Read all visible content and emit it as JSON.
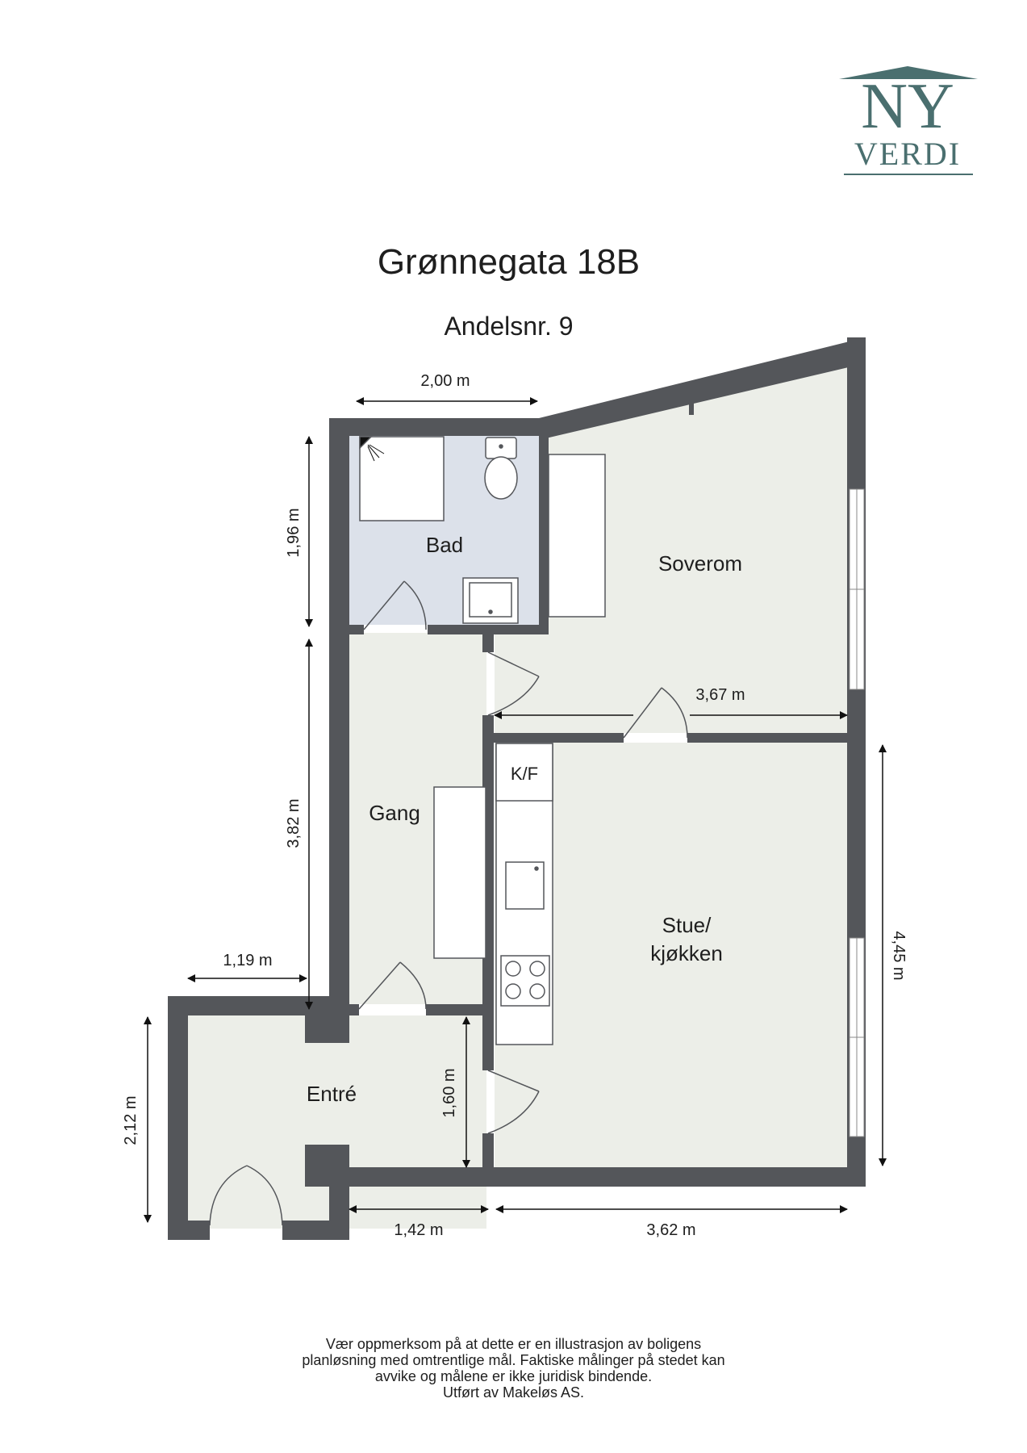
{
  "logo": {
    "line1": "NY",
    "line2": "VERDI",
    "color": "#4a6f6f"
  },
  "title": "Grønnegata 18B",
  "subtitle": "Andelsnr. 9",
  "rooms": {
    "bad": "Bad",
    "soverom": "Soverom",
    "gang": "Gang",
    "stue_line1": "Stue/",
    "stue_line2": "kjøkken",
    "entre": "Entré",
    "kf": "K/F"
  },
  "dimensions": {
    "bad_width": "2,00 m",
    "bad_height": "1,96 m",
    "gang_height": "3,82 m",
    "entre_top_width": "1,19 m",
    "entre_height": "2,12 m",
    "entre_inner_height": "1,60 m",
    "bottom_left": "1,42 m",
    "bottom_right": "3,62 m",
    "soverom_width": "3,67 m",
    "stue_height": "4,45 m"
  },
  "disclaimer": [
    "Vær oppmerksom på at dette er en illustrasjon av boligens",
    "planløsning med omtrentlige mål. Faktiske målinger på stedet kan",
    "avvike og målene er ikke juridisk bindende.",
    "Utført av Makeløs AS."
  ],
  "colors": {
    "wall": "#54565a",
    "floor": "#eceee8",
    "bath_floor": "#dce1ea",
    "logo": "#4a6f6f"
  }
}
